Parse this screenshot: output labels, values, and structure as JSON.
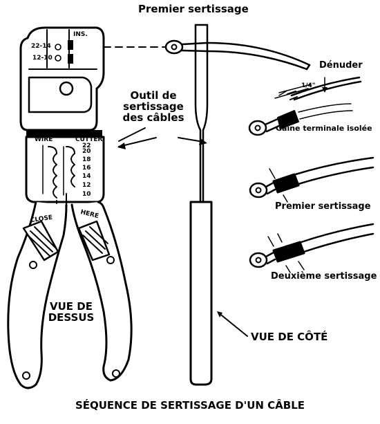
{
  "labels": {
    "top_title": "Premier sertissage",
    "tool_name": "Outil de\nsertissage\ndes câbles",
    "strip": "Dénuder",
    "terminal": "Gaine terminale isolée",
    "first_crimp": "Premier sertissage",
    "second_crimp": "Deuxième sertissage",
    "top_view": "VUE DE\nDESSUS",
    "side_view": "VUE DE CÔTÉ",
    "caption": "SÉQUENCE DE SERTISSAGE D'UN CÂBLE"
  },
  "tool_markings": {
    "ins": "INS.",
    "gauge_a": "22-14",
    "gauge_b": "12-10",
    "wire": "WIRE",
    "cutter": "CUTTER",
    "sizes": [
      "22",
      "20",
      "18",
      "16",
      "14",
      "12",
      "10"
    ],
    "close": "CLOSE",
    "here": "HERE",
    "strip_length": "1/4\""
  },
  "colors": {
    "ink": "#000000",
    "paper": "#ffffff"
  }
}
